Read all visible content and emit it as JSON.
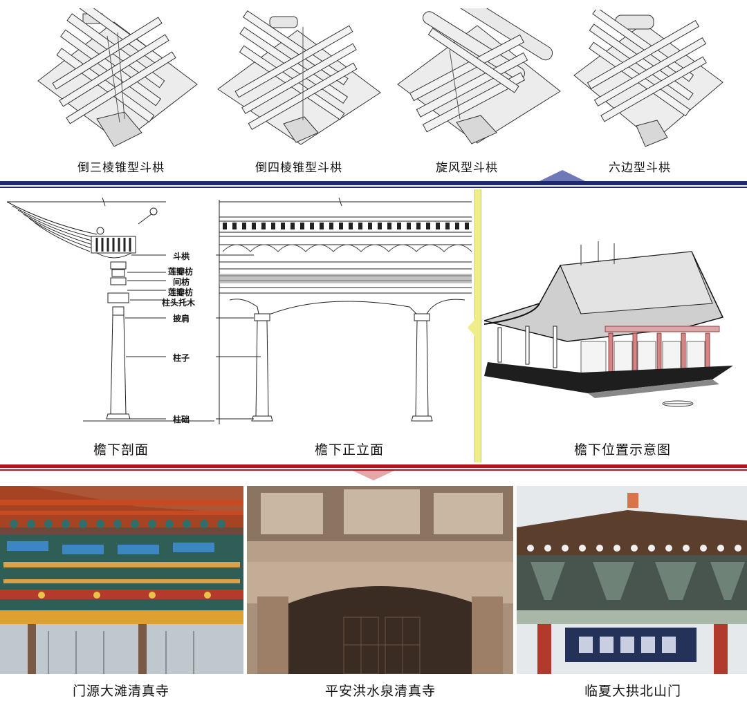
{
  "top_row": {
    "items": [
      {
        "label": "倒三棱锥型斗栱",
        "icon": "inverted-triangular-pyramid-bracket-drawing"
      },
      {
        "label": "倒四棱锥型斗栱",
        "icon": "inverted-square-pyramid-bracket-drawing"
      },
      {
        "label": "旋风型斗栱",
        "icon": "whirlwind-bracket-drawing"
      },
      {
        "label": "六边型斗栱",
        "icon": "hexagonal-bracket-drawing"
      }
    ]
  },
  "middle_row": {
    "section_caption": "檐下剖面",
    "elevation_caption": "檐下正立面",
    "location_caption": "檐下位置示意图",
    "callouts": [
      "斗栱",
      "莲瓣枋",
      "间枋",
      "莲瓣枋",
      "柱头托木",
      "披肩",
      "柱子",
      "柱础"
    ]
  },
  "bottom_row": {
    "photos": [
      {
        "label": "门源大滩清真寺"
      },
      {
        "label": "平安洪水泉清真寺"
      },
      {
        "label": "临夏大拱北山门"
      }
    ]
  },
  "colors": {
    "divider_blue": "#1d2a73",
    "divider_red": "#b3151b",
    "pointer_blue": "#6f79b8",
    "pointer_pink": "#e6a6a8",
    "panel_yellow": "#f0ee8a"
  }
}
